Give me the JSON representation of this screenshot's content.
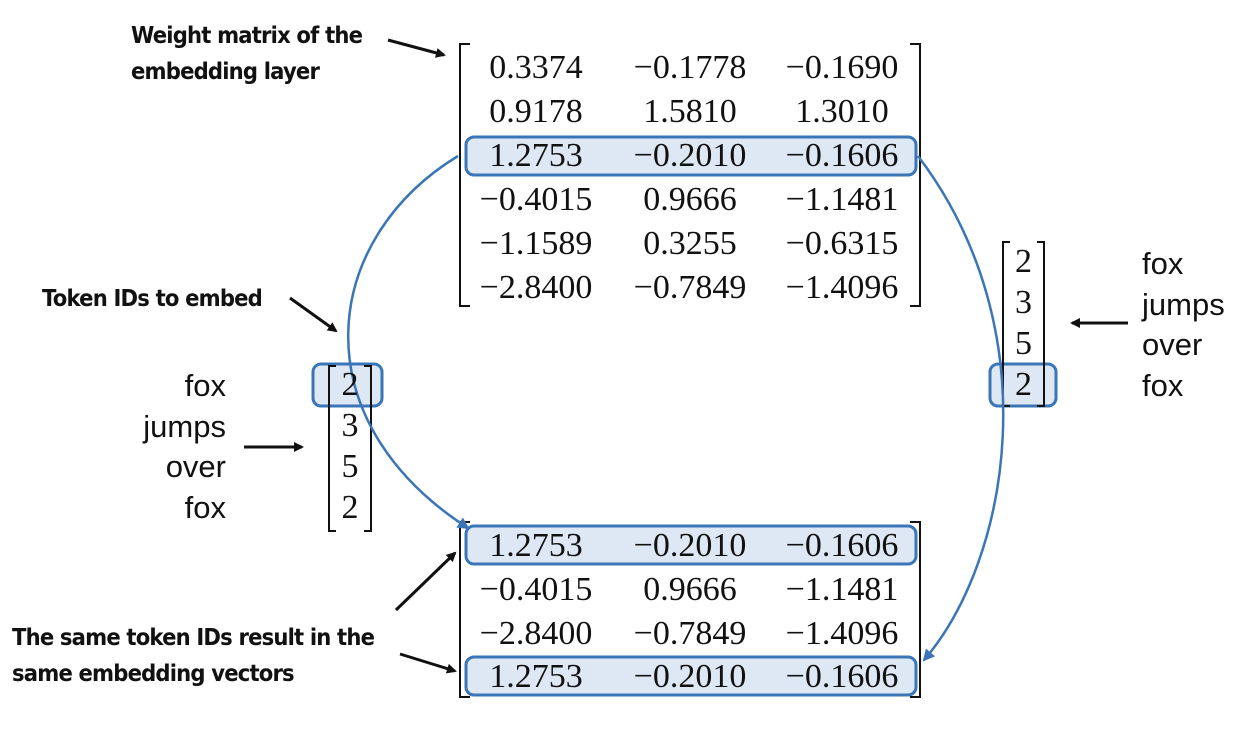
{
  "captions": {
    "weight_matrix": [
      "Weight matrix of the",
      "embedding layer"
    ],
    "token_ids": "Token IDs to embed",
    "same_ids": [
      "The same token IDs result in the",
      "same embedding vectors"
    ]
  },
  "tokens": [
    "fox",
    "jumps",
    "over",
    "fox"
  ],
  "token_ids": [
    "2",
    "3",
    "5",
    "2"
  ],
  "weight_matrix": [
    [
      "0.3374",
      "−0.1778",
      "−0.1690"
    ],
    [
      "0.9178",
      "1.5810",
      "1.3010"
    ],
    [
      "1.2753",
      "−0.2010",
      "−0.1606"
    ],
    [
      "−0.4015",
      "0.9666",
      "−1.1481"
    ],
    [
      "−1.1589",
      "0.3255",
      "−0.6315"
    ],
    [
      "−2.8400",
      "−0.7849",
      "−1.4096"
    ]
  ],
  "embedded_matrix": [
    [
      "1.2753",
      "−0.2010",
      "−0.1606"
    ],
    [
      "−0.4015",
      "0.9666",
      "−1.1481"
    ],
    [
      "−2.8400",
      "−0.7849",
      "−1.4096"
    ],
    [
      "1.2753",
      "−0.2010",
      "−0.1606"
    ]
  ],
  "colors": {
    "highlight_stroke": "#3a75b8",
    "highlight_fill": "#dde8f4",
    "text": "#111111"
  }
}
